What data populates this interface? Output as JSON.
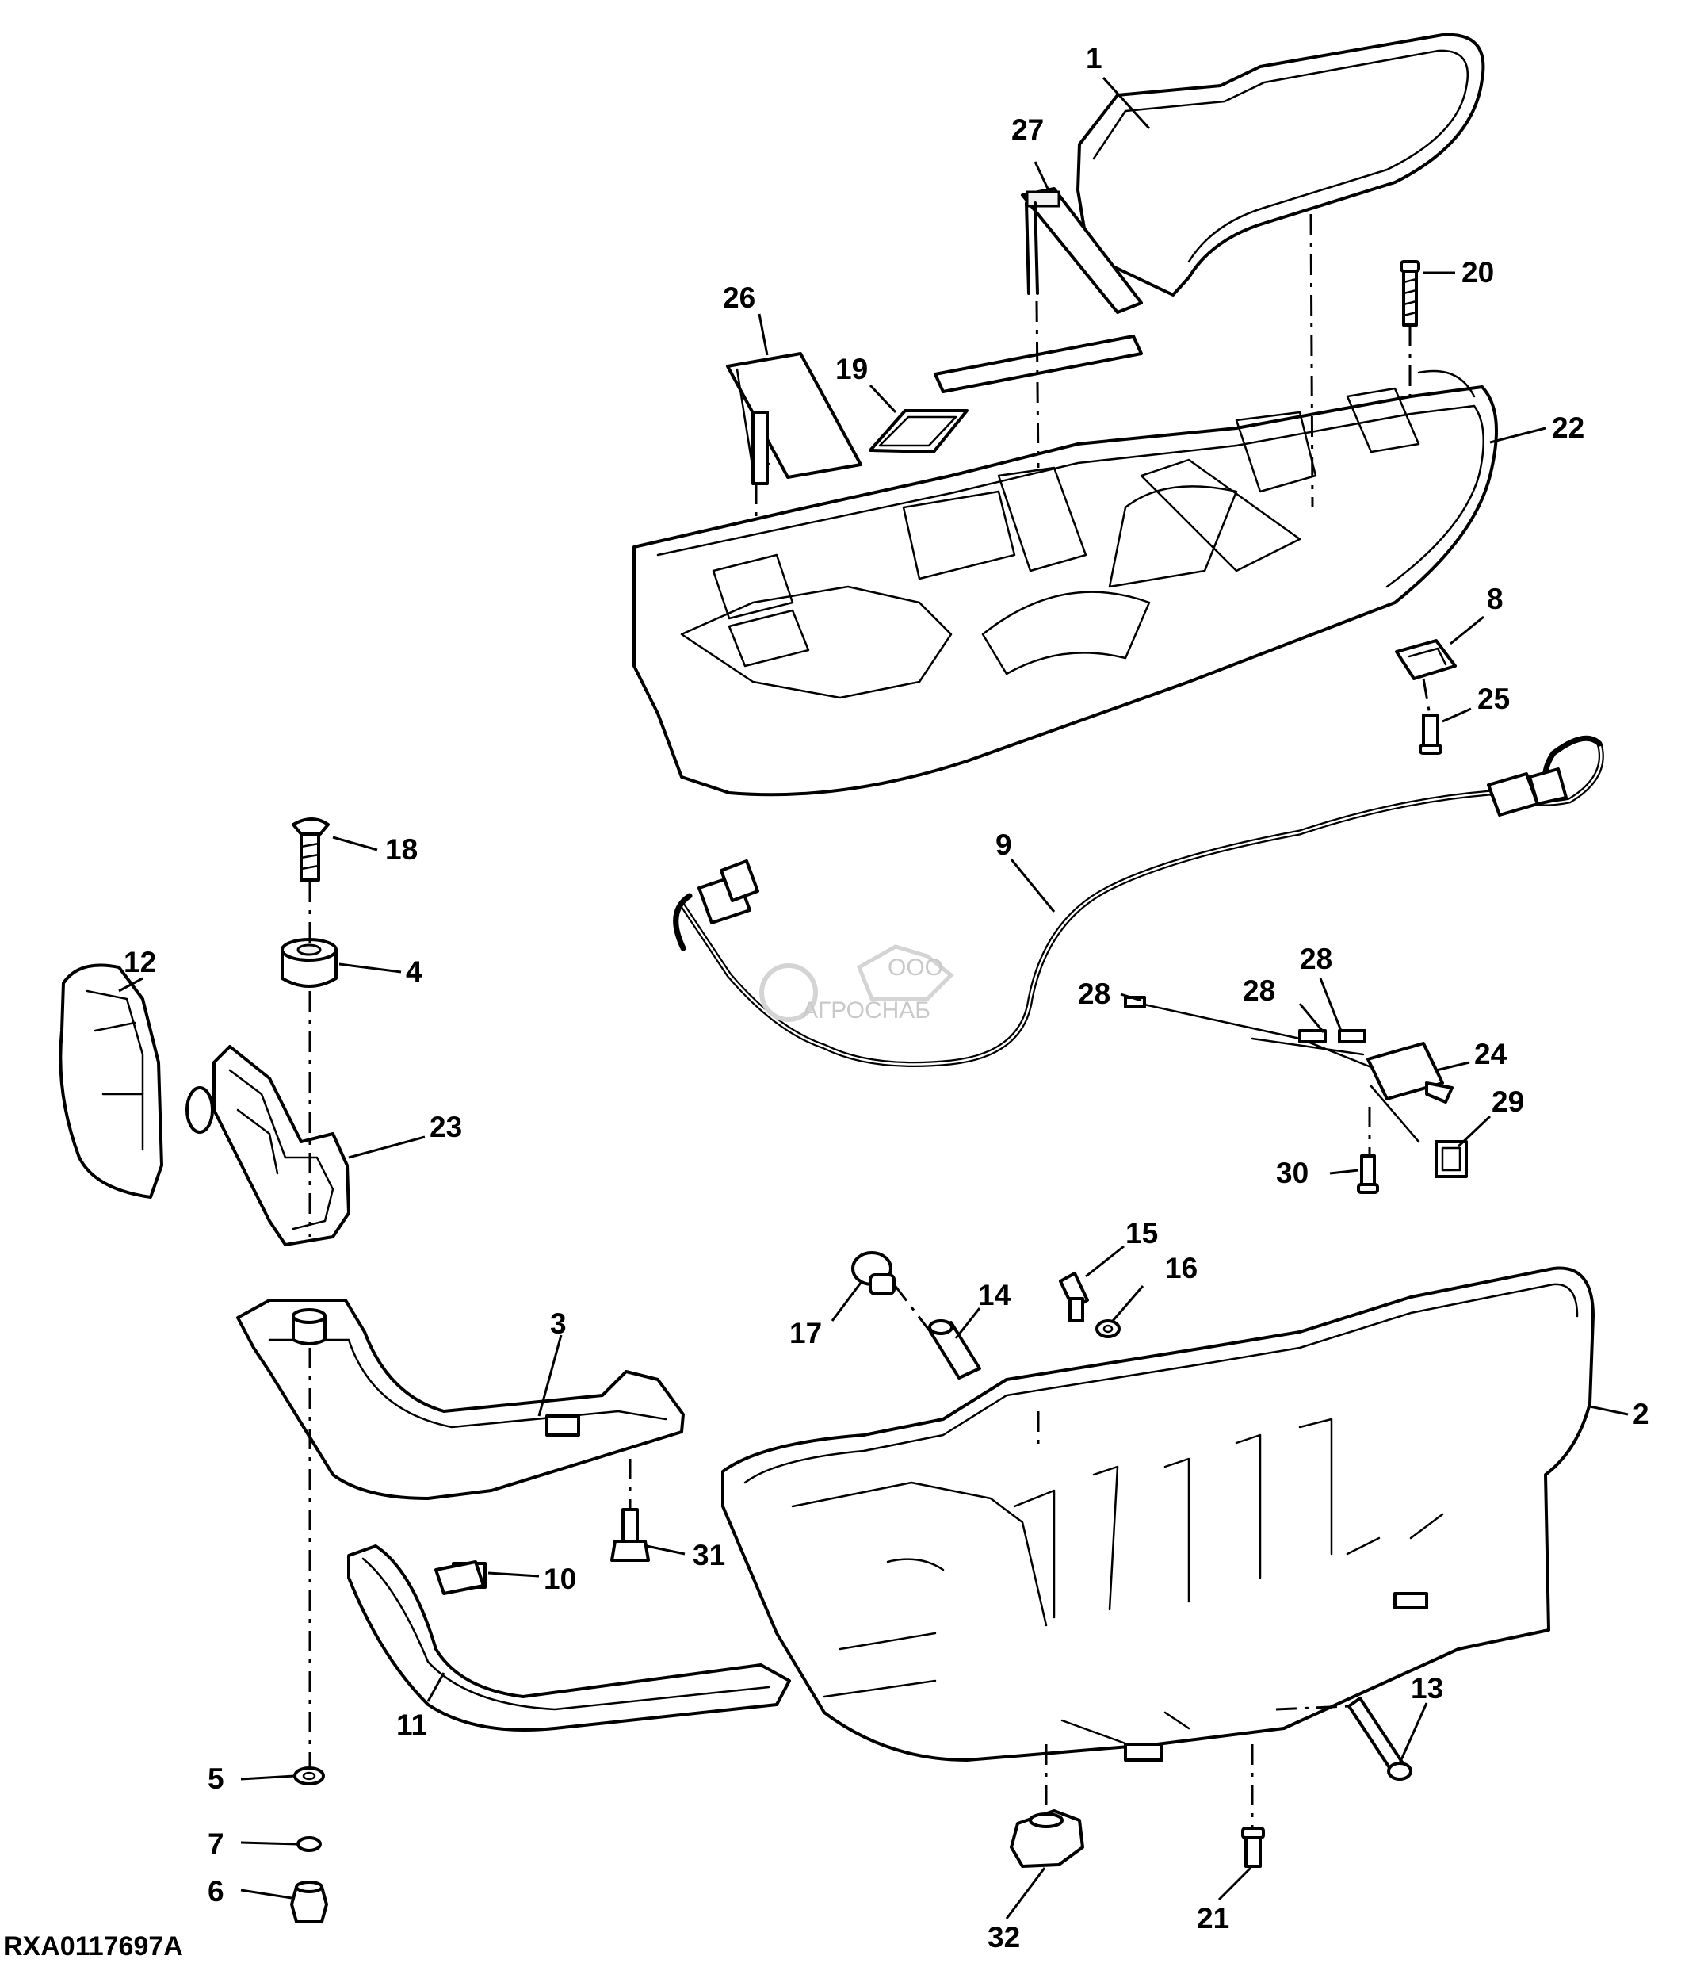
{
  "diagram": {
    "reference_code": "RXA0117697A",
    "watermark": {
      "small": "ООО",
      "brand": "АГРОСНАБ"
    },
    "callouts": [
      {
        "id": "c1",
        "text": "1"
      },
      {
        "id": "c27",
        "text": "27"
      },
      {
        "id": "c20",
        "text": "20"
      },
      {
        "id": "c26",
        "text": "26"
      },
      {
        "id": "c19",
        "text": "19"
      },
      {
        "id": "c22",
        "text": "22"
      },
      {
        "id": "c8",
        "text": "8"
      },
      {
        "id": "c25",
        "text": "25"
      },
      {
        "id": "c18",
        "text": "18"
      },
      {
        "id": "c9",
        "text": "9"
      },
      {
        "id": "c12",
        "text": "12"
      },
      {
        "id": "c4",
        "text": "4"
      },
      {
        "id": "c28a",
        "text": "28"
      },
      {
        "id": "c28b",
        "text": "28"
      },
      {
        "id": "c28c",
        "text": "28"
      },
      {
        "id": "c24",
        "text": "24"
      },
      {
        "id": "c23",
        "text": "23"
      },
      {
        "id": "c29",
        "text": "29"
      },
      {
        "id": "c30",
        "text": "30"
      },
      {
        "id": "c15",
        "text": "15"
      },
      {
        "id": "c16",
        "text": "16"
      },
      {
        "id": "c3",
        "text": "3"
      },
      {
        "id": "c14",
        "text": "14"
      },
      {
        "id": "c17",
        "text": "17"
      },
      {
        "id": "c2",
        "text": "2"
      },
      {
        "id": "c31",
        "text": "31"
      },
      {
        "id": "c10",
        "text": "10"
      },
      {
        "id": "c11",
        "text": "11"
      },
      {
        "id": "c13",
        "text": "13"
      },
      {
        "id": "c5",
        "text": "5"
      },
      {
        "id": "c7",
        "text": "7"
      },
      {
        "id": "c6",
        "text": "6"
      },
      {
        "id": "c32",
        "text": "32"
      },
      {
        "id": "c21",
        "text": "21"
      }
    ]
  }
}
